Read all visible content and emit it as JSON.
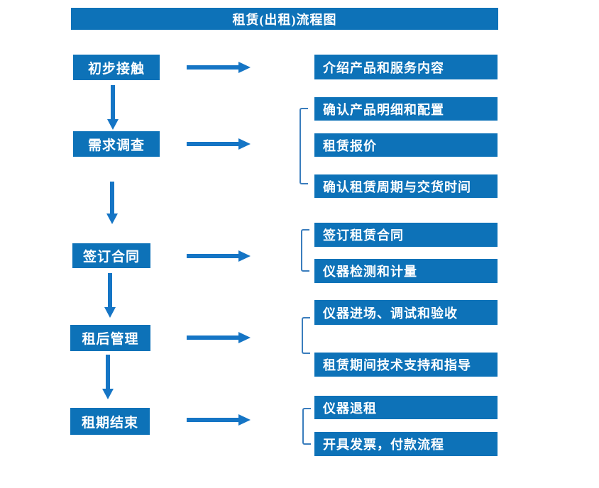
{
  "title": "租赁(出租)流程图",
  "colors": {
    "box_blue": "#0d72b8",
    "arrow_blue": "#1575c5",
    "bracket_blue": "#3a7dbd",
    "text_white": "#ffffff"
  },
  "icons": {
    "right_arrow": "arrow-right",
    "down_arrow": "arrow-down"
  },
  "steps": [
    {
      "label": "初步接触",
      "details": [
        "介绍产品和服务内容"
      ]
    },
    {
      "label": "需求调查",
      "details": [
        "确认产品明细和配置",
        "租赁报价",
        "确认租赁周期与交货时间"
      ]
    },
    {
      "label": "签订合同",
      "details": [
        "签订租赁合同",
        "仪器检测和计量"
      ]
    },
    {
      "label": "租后管理",
      "details": [
        "仪器进场、调试和验收",
        "租赁期间技术支持和指导"
      ]
    },
    {
      "label": "租期结束",
      "details": [
        "仪器退租",
        "开具发票，付款流程"
      ]
    }
  ]
}
